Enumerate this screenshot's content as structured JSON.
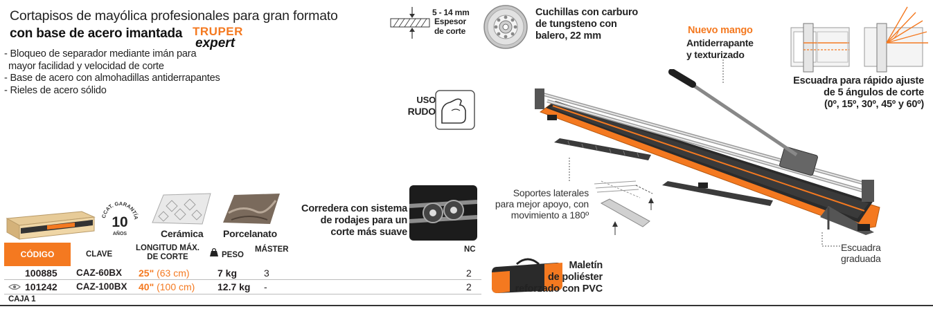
{
  "product": {
    "title": "Cortapisos de mayólica profesionales para gran formato",
    "subtitle": "con base de acero imantada",
    "brand": {
      "line1": "TRUPER",
      "line2": "expert"
    },
    "bullets": [
      "- Bloqueo de separador mediante imán para",
      "  mayor facilidad y velocidad de corte",
      "- Base de acero con almohadillas antiderrapantes",
      "- Rieles de acero sólido"
    ]
  },
  "thickness": {
    "range": "5 - 14 mm",
    "label1": "Espesor",
    "label2": "de corte"
  },
  "usage": {
    "line1": "USO",
    "line2": "RUDO"
  },
  "warranty": {
    "number": "10",
    "top": "CCAT. GARANTÍA",
    "bottom": "AÑOS"
  },
  "materials": {
    "ceramic": "Cerámica",
    "porcelain": "Porcelanato"
  },
  "features": {
    "blade": [
      "Cuchillas con carburo",
      "de tungsteno con",
      "balero, 22 mm"
    ],
    "slide": [
      "Corredera con sistema",
      "de rodajes para un",
      "corte más suave"
    ],
    "handle_title": "Nuevo mango",
    "handle": [
      "Antiderrapante",
      "y texturizado"
    ],
    "square": [
      "Escuadra para rápido ajuste",
      "de 5 ángulos de corte",
      "(0º, 15º, 30º, 45º y 60º)"
    ],
    "supports": [
      "Soportes laterales",
      "para mejor apoyo, con",
      "movimiento a 180º"
    ],
    "graduated": [
      "Escuadra",
      "graduada"
    ],
    "case": [
      "Maletín",
      "de poliéster",
      "reforzado con PVC"
    ]
  },
  "table": {
    "headers": {
      "code": "CÓDIGO",
      "key": "CLAVE",
      "length1": "LONGITUD MÁX.",
      "length2": "DE CORTE",
      "weight": "PESO",
      "master": "MÁSTER",
      "nc": "NC"
    },
    "rows": [
      {
        "code": "100885",
        "key": "CAZ-60BX",
        "len_in": "25\"",
        "len_cm": "(63 cm)",
        "weight": "7 kg",
        "master": "3",
        "nc": "2"
      },
      {
        "code": "101242",
        "key": "CAZ-100BX",
        "len_in": "40\"",
        "len_cm": "(100 cm)",
        "weight": "12.7 kg",
        "master": "-",
        "nc": "2"
      }
    ],
    "footer": "CAJA 1"
  },
  "colors": {
    "accent": "#f47920",
    "text": "#231f20",
    "tool_body": "#2b2b2b"
  }
}
